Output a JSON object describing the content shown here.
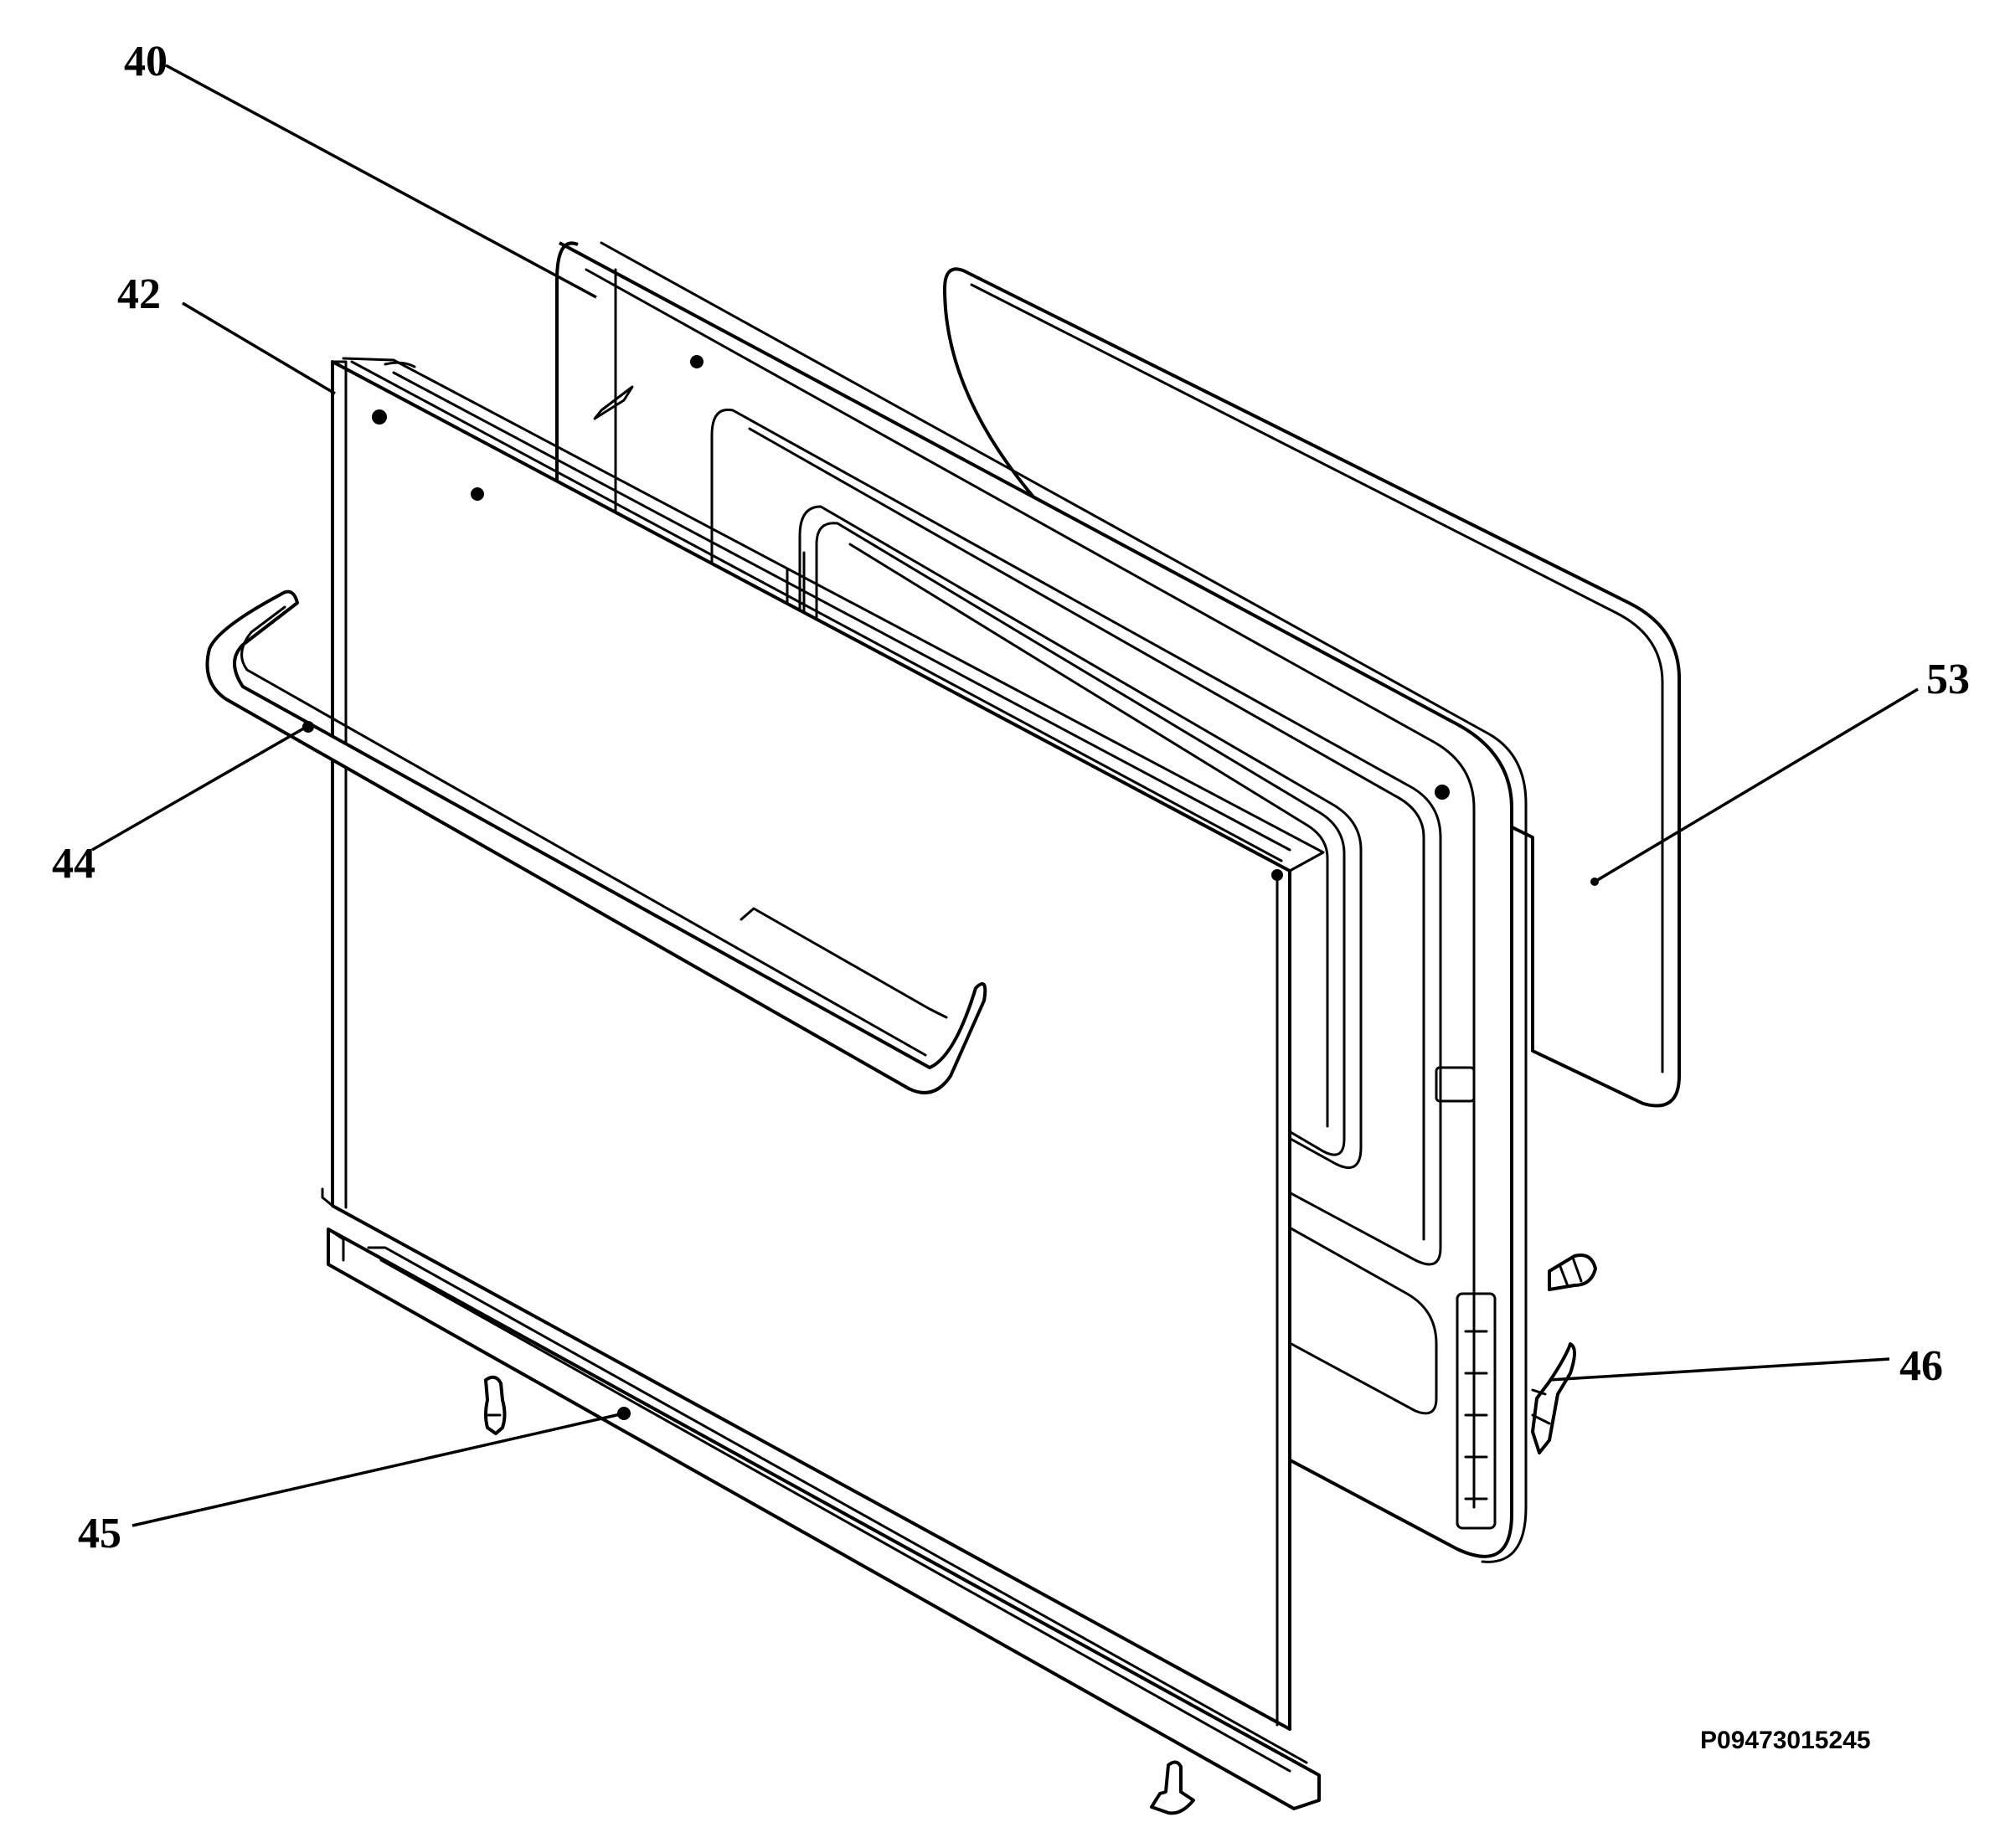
{
  "callouts": {
    "c40": "40",
    "c42": "42",
    "c44": "44",
    "c45": "45",
    "c46": "46",
    "c53": "53"
  },
  "reference_code": "P09473015245"
}
